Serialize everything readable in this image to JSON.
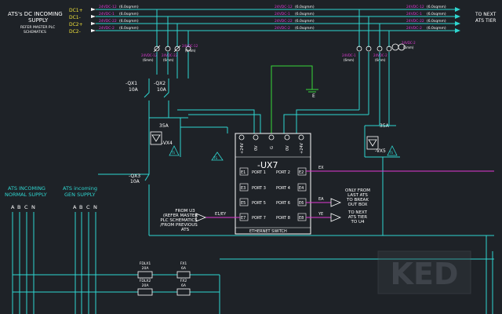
{
  "colors": {
    "background": "#1e2227",
    "wire": "#2fd6d0",
    "label": "#ffffff",
    "dc_label": "#f0e23a",
    "wire_tag": "#e23ad6",
    "ground": "#38d838",
    "box": "#ffffff",
    "accent_dot": "#f0e23a"
  },
  "supply": {
    "title_line1": "ATS's DC INCOMING",
    "title_line2": "SUPPLY",
    "ref_line1": "REFER MASTER PLC",
    "ref_line2": "SCHEMATICS",
    "dc_terminals": [
      "DC1+",
      "DC1-",
      "DC2+",
      "DC2-"
    ],
    "cable_tags": [
      "24VDC-12",
      "24VDC-1",
      "24VDC-22",
      "24VDC-2"
    ],
    "cable_sizes": [
      "(6.0sqmm)",
      "(6.0sqmm)",
      "(6.0sqmm)",
      "(6.0sqmm)"
    ],
    "mid_tags": [
      "24VDC-12",
      "24VDC-1",
      "24VDC-22",
      "24VDC-2"
    ],
    "right_tags": [
      "24VDC-12",
      "24VDC-1",
      "24VDC-22",
      "24VDC-2"
    ],
    "to_next_line1": "TO NEXT",
    "to_next_line2": "ATS TIER"
  },
  "fuses": {
    "left_tag_a": "24VDC-12",
    "left_tag_a_size": "(6mm)",
    "left_tag_b": "24VDC-22",
    "left_tag_b_size": "(6mm)",
    "right_tag_a": "24VDC-1",
    "right_tag_a_size": "(6mm)",
    "right_tag_b": "24VDC-2",
    "right_tag_b_size": "(6mm)"
  },
  "breakers": {
    "qx1_name": "-QX1",
    "qx1_rating": "10A",
    "qx2_name": "-QX2",
    "qx2_rating": "10A",
    "qx3_name": "-QX3",
    "qx3_rating": "10A",
    "vx4_rating": "35A",
    "vx4_name": "-VX4",
    "vx5_rating": "35A",
    "vx5_name": "-VX5",
    "tri_label": "TS"
  },
  "ground_label": "E",
  "switch": {
    "name": "-UX7",
    "caption": "ETHERNET SWITCH",
    "power_pins": [
      "+24V",
      "0V",
      "G",
      "0V",
      "+24V"
    ],
    "ports_left": [
      {
        "tag": "E1",
        "label": "PORT 1"
      },
      {
        "tag": "E3",
        "label": "PORT 3"
      },
      {
        "tag": "E5",
        "label": "PORT 5"
      },
      {
        "tag": "E7",
        "label": "PORT 7"
      }
    ],
    "ports_right": [
      {
        "tag": "E2",
        "label": "PORT 2"
      },
      {
        "tag": "E4",
        "label": "PORT 4"
      },
      {
        "tag": "E6",
        "label": "PORT 6"
      },
      {
        "tag": "E8",
        "label": "PORT 8"
      }
    ]
  },
  "signals": {
    "ex": "EX",
    "ea": "EA",
    "ye": "YE",
    "ey": "E1/EY"
  },
  "notes": {
    "from_u3_line1": "FROM U3",
    "from_u3_line2": "(REFER MASTER",
    "from_u3_line3": "PLC SCHEMATICS",
    "from_u3_line4": "/FROM PREVIOUS",
    "from_u3_line5": "ATS",
    "only_from_line1": "ONLY FROM",
    "only_from_line2": "LAST ATS",
    "only_from_line3": "TO BREAK",
    "only_from_line4": "OUT BOX",
    "to_next_line1": "TO NEXT",
    "to_next_line2": "ATS TIER",
    "to_next_line3": "TO U4"
  },
  "incoming": {
    "normal_line1": "ATS INCOMING",
    "normal_line2": "NORMAL SUPPLY",
    "normal_phases": [
      "A",
      "B",
      "C",
      "N"
    ],
    "gen_line1": "ATS incoming",
    "gen_line2": "GEN SUPPLY",
    "gen_phases": [
      "A",
      "B",
      "C",
      "N"
    ]
  },
  "bottom": {
    "fdlx1_name": "FDLX1",
    "fdlx1_rating": "20A",
    "fx1_name": "FX1",
    "fx1_rating": "6A",
    "fdlx2_name": "FDLX2",
    "fdlx2_rating": "20A",
    "fx2_name": "FX2",
    "fx2_rating": "6A"
  },
  "watermark": "KED"
}
